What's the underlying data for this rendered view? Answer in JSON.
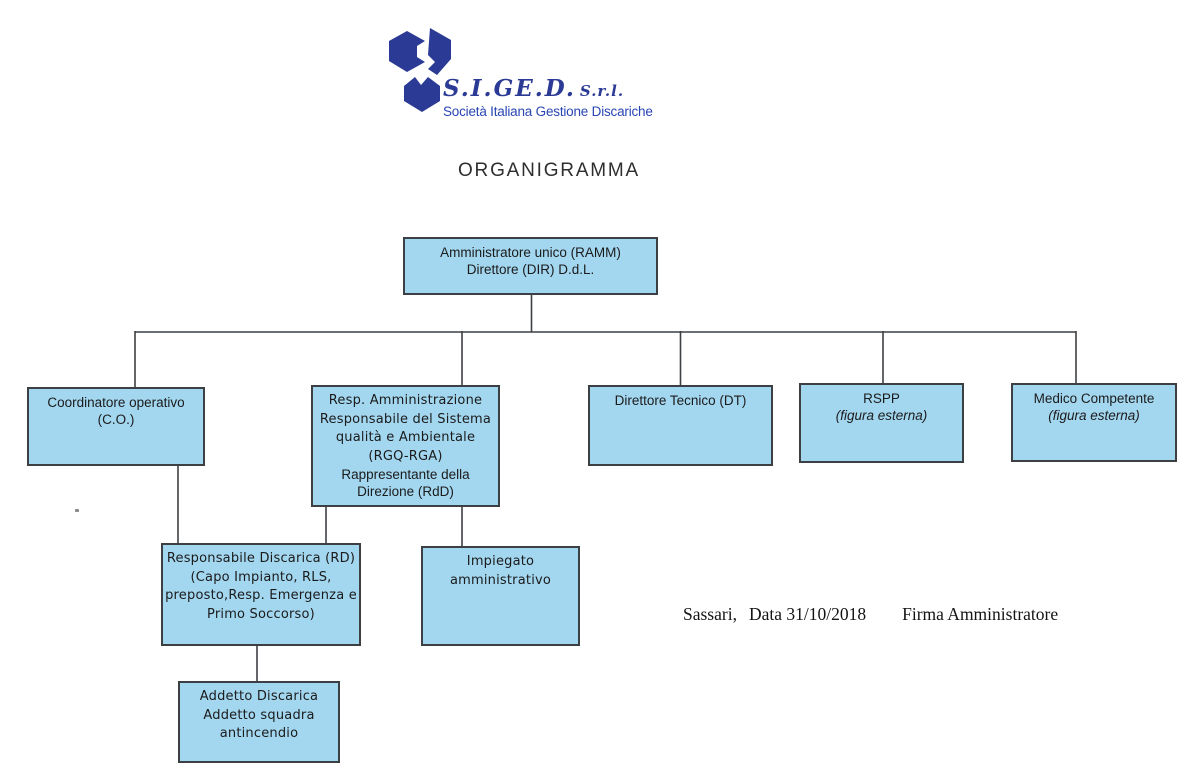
{
  "page": {
    "title": "ORGANIGRAMMA"
  },
  "logo": {
    "name": "S.I.GE.D.",
    "suffix": "S.r.l.",
    "subtitle": "Società Italiana Gestione Discariche",
    "icon": "three-blue-cube-arrow-shapes",
    "title_color": "#2b3a94",
    "subtitle_color": "#2946b4"
  },
  "colors": {
    "box_fill": "#a3d7f0",
    "box_border": "#3d4043",
    "connector": "#3d4043"
  },
  "boxes": [
    {
      "id": "amministratore-unico",
      "lines": [
        "Amministratore unico (RAMM)",
        "Direttore (DIR) D.d.L."
      ]
    },
    {
      "id": "coordinatore-operativo",
      "lines": [
        "Coordinatore operativo",
        "(C.O.)"
      ]
    },
    {
      "id": "resp-amministrazione",
      "lines": [
        "Resp. Amministrazione",
        "Responsabile del Sistema",
        "qualità e Ambientale",
        "(RGQ-RGA)",
        "Rappresentante della",
        "Direzione (RdD)"
      ]
    },
    {
      "id": "direttore-tecnico",
      "lines": [
        "Direttore Tecnico (DT)"
      ]
    },
    {
      "id": "rspp",
      "lines": [
        "RSPP",
        "(figura esterna)"
      ]
    },
    {
      "id": "medico-competente",
      "lines": [
        "Medico Competente",
        "(figura esterna)"
      ]
    },
    {
      "id": "responsabile-discarica",
      "lines": [
        "Responsabile Discarica (RD)",
        "(Capo Impianto, RLS,",
        "preposto,Resp. Emergenza e",
        "Primo Soccorso)"
      ]
    },
    {
      "id": "impiegato-amministrativo",
      "lines": [
        "Impiegato",
        "amministrativo"
      ]
    },
    {
      "id": "addetto-discarica",
      "lines": [
        "Addetto Discarica",
        "Addetto squadra",
        "antincendio"
      ]
    }
  ],
  "footer": {
    "place": "Sassari,",
    "date": "Data 31/10/2018",
    "signature": "Firma Amministratore"
  }
}
